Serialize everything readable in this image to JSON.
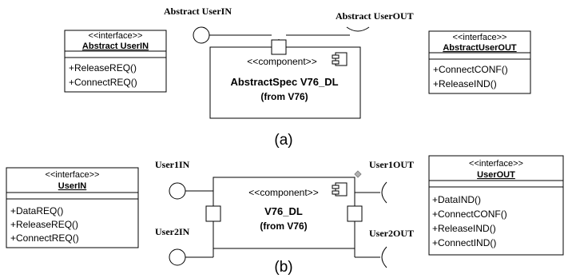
{
  "part_a": {
    "caption": "(a)",
    "port_in_label": "Abstract UserIN",
    "port_out_label": "Abstract UserOUT",
    "iface_in": {
      "stereotype": "<<interface>>",
      "name": "Abstract UserIN",
      "ops": [
        "+ReleaseREQ()",
        "+ConnectREQ()"
      ]
    },
    "component": {
      "stereotype": "<<component>>",
      "name": "AbstractSpec V76_DL",
      "from": "(from V76)"
    },
    "iface_out": {
      "stereotype": "<<interface>>",
      "name": "AbstractUserOUT",
      "ops": [
        "+ConnectCONF()",
        "+ReleaseIND()"
      ]
    }
  },
  "part_b": {
    "caption": "(b)",
    "port_labels": {
      "user1_in": "User1IN",
      "user2_in": "User2IN",
      "user1_out": "User1OUT",
      "user2_out": "User2OUT"
    },
    "iface_in": {
      "stereotype": "<<interface>>",
      "name": "UserIN",
      "ops": [
        "+DataREQ()",
        "+ReleaseREQ()",
        "+ConnectREQ()"
      ]
    },
    "component": {
      "stereotype": "<<component>>",
      "name": "V76_DL",
      "from": "(from V76)"
    },
    "iface_out": {
      "stereotype": "<<interface>>",
      "name": "UserOUT",
      "ops": [
        "+DataIND()",
        "+ConnectCONF()",
        "+ReleaseIND()",
        "+ConnectIND()"
      ]
    }
  }
}
